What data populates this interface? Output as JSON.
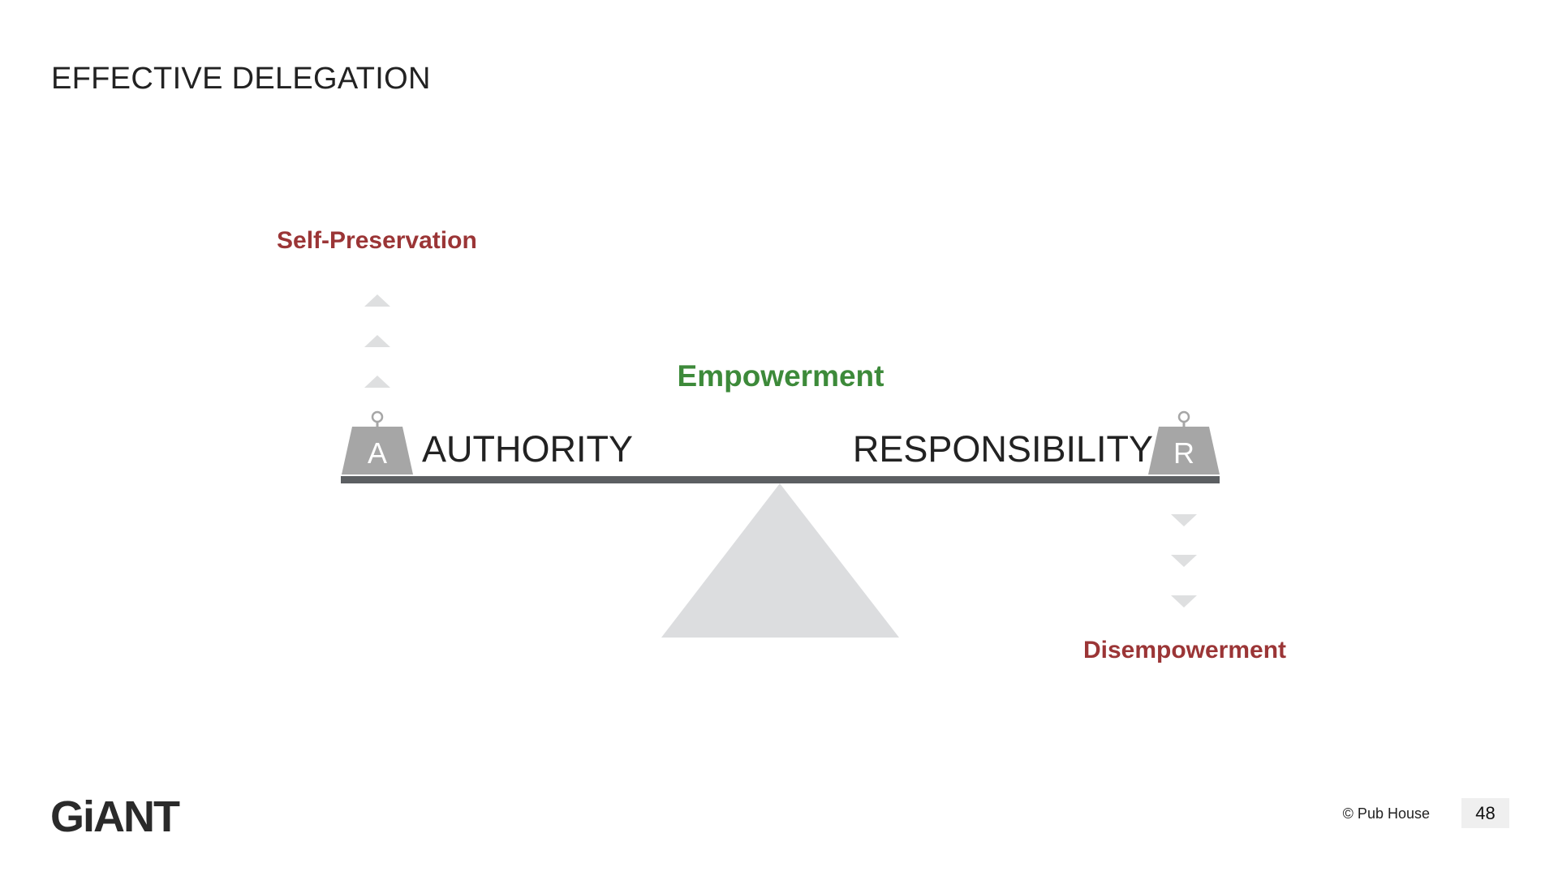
{
  "slide": {
    "title": "EFFECTIVE DELEGATION",
    "page_number": "48",
    "copyright": "© Pub House",
    "logo_text": "GiANT"
  },
  "diagram": {
    "top_left_label": "Self-Preservation",
    "center_label": "Empowerment",
    "bottom_right_label": "Disempowerment",
    "left_weight_letter": "A",
    "right_weight_letter": "R",
    "left_term": "AUTHORITY",
    "right_term": "RESPONSIBILITY",
    "colors": {
      "negative_label": "#9b3536",
      "positive_label": "#3d8a3a",
      "weight": "#a6a6a6",
      "beam": "#5c5f62",
      "fulcrum": "#dcdddf",
      "arrow": "#dedfe0",
      "text": "#222222"
    }
  }
}
